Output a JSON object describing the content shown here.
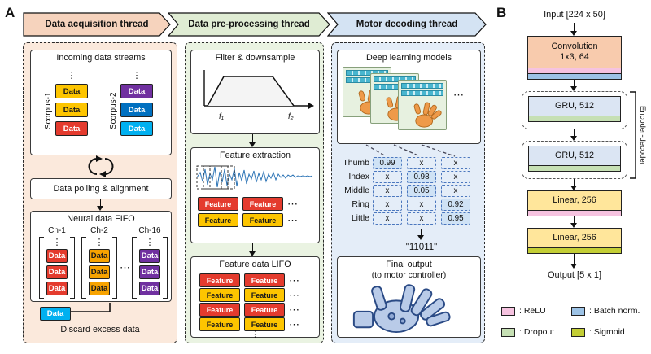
{
  "panel_a_label": "A",
  "panel_b_label": "B",
  "threads": {
    "acquisition": "Data acquisition thread",
    "preprocessing": "Data pre-processing thread",
    "decoding": "Motor decoding thread"
  },
  "labels": {
    "data": "Data",
    "feature": "Feature",
    "hdots": "⋯",
    "vdots": "⋮"
  },
  "acquisition": {
    "incoming_title": "Incoming data streams",
    "scorpus1": "Scorpus-1",
    "scorpus2": "Scorpus-2",
    "polling": "Data polling & alignment",
    "fifo_title": "Neural data FIFO",
    "ch1": "Ch-1",
    "ch2": "Ch-2",
    "ch16": "Ch-16",
    "discard": "Discard excess data"
  },
  "preprocessing": {
    "filter_title": "Filter & downsample",
    "f1": "f₁",
    "f2": "f₂",
    "extraction_title": "Feature extraction",
    "lifo_title": "Feature data LIFO"
  },
  "decoding": {
    "models_title": "Deep learning models",
    "fingers": [
      "Thumb",
      "Index",
      "Middle",
      "Ring",
      "Little"
    ],
    "table": {
      "rows": [
        {
          "cells": [
            "0.99",
            "x",
            "x"
          ]
        },
        {
          "cells": [
            "x",
            "0.98",
            "x"
          ]
        },
        {
          "cells": [
            "x",
            "0.05",
            "x"
          ]
        },
        {
          "cells": [
            "x",
            "x",
            "0.92"
          ]
        },
        {
          "cells": [
            "x",
            "x",
            "0.95"
          ]
        }
      ]
    },
    "code": "\"11011\"",
    "final_line1": "Final output",
    "final_line2": "(to motor controller)"
  },
  "network": {
    "input": "Input [224 x 50]",
    "conv_line1": "Convolution",
    "conv_line2": "1x3, 64",
    "gru": "GRU, 512",
    "encoder": "Encoder-decoder",
    "linear": "Linear, 256",
    "output": "Output [5 x 1]",
    "legend": {
      "relu": ": ReLU",
      "batch": ": Batch norm.",
      "dropout": ": Dropout",
      "sigmoid": ": Sigmoid"
    }
  },
  "colors": {
    "thread_acquisition_bg": "#f6d3bd",
    "thread_preprocessing_bg": "#dfecd3",
    "thread_decoding_bg": "#d4e3f3",
    "data_yellow": "#fdc500",
    "data_orange": "#f7a300",
    "data_red": "#e43b2e",
    "data_purple": "#7030a0",
    "data_blue": "#0070c0",
    "data_cyan": "#00b0f0",
    "relu_pink": "#f6c3e0",
    "batchnorm_blue": "#9dc3e6",
    "dropout_green": "#c6e0b4",
    "sigmoid_olive": "#c3ce35"
  }
}
